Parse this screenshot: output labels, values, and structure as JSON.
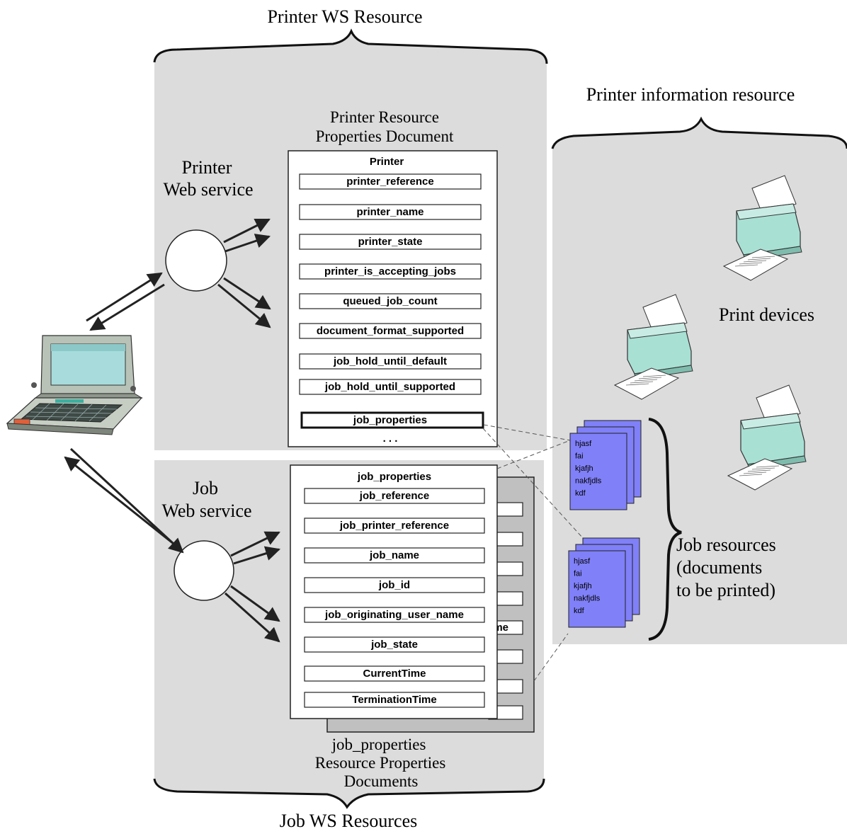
{
  "labels": {
    "printer_ws_resource": "Printer WS Resource",
    "job_ws_resources": "Job WS Resources",
    "printer_information_resource": "Printer information resource",
    "printer_web_service_line1": "Printer",
    "printer_web_service_line2": "Web service",
    "job_web_service_line1": "Job",
    "job_web_service_line2": "Web service",
    "printer_doc_title_line1": "Printer Resource",
    "printer_doc_title_line2": "Properties Document",
    "job_doc_caption_line1": "job_properties",
    "job_doc_caption_line2": "Resource Properties",
    "job_doc_caption_line3": "Documents",
    "print_devices": "Print devices",
    "job_resources_line1": "Job resources",
    "job_resources_line2": "(documents",
    "job_resources_line3": "to be printed)"
  },
  "printer_document": {
    "header": "Printer",
    "fields": [
      "printer_reference",
      "printer_name",
      "printer_state",
      "printer_is_accepting_jobs",
      "queued_job_count",
      "document_format_supported",
      "job_hold_until_default",
      "job_hold_until_supported"
    ],
    "highlighted_field": "job_properties",
    "ellipsis": ". . ."
  },
  "job_document": {
    "header": "job_properties",
    "fields": [
      "job_reference",
      "job_printer_reference",
      "job_name",
      "job_id",
      "job_originating_user_name",
      "job_state",
      "CurrentTime",
      "TerminationTime"
    ],
    "back_sheet_visible_fragment": "me"
  },
  "job_resource_document": {
    "lines": [
      "hjasf",
      "fai",
      "kjafjh",
      "nakfjdls",
      "kdf"
    ]
  },
  "colors": {
    "panel_gray": "#dcdcdc",
    "back_sheet_gray": "#c0c0c0",
    "document_blue": "#8080f8",
    "printer_teal": "#a8e0d4"
  }
}
